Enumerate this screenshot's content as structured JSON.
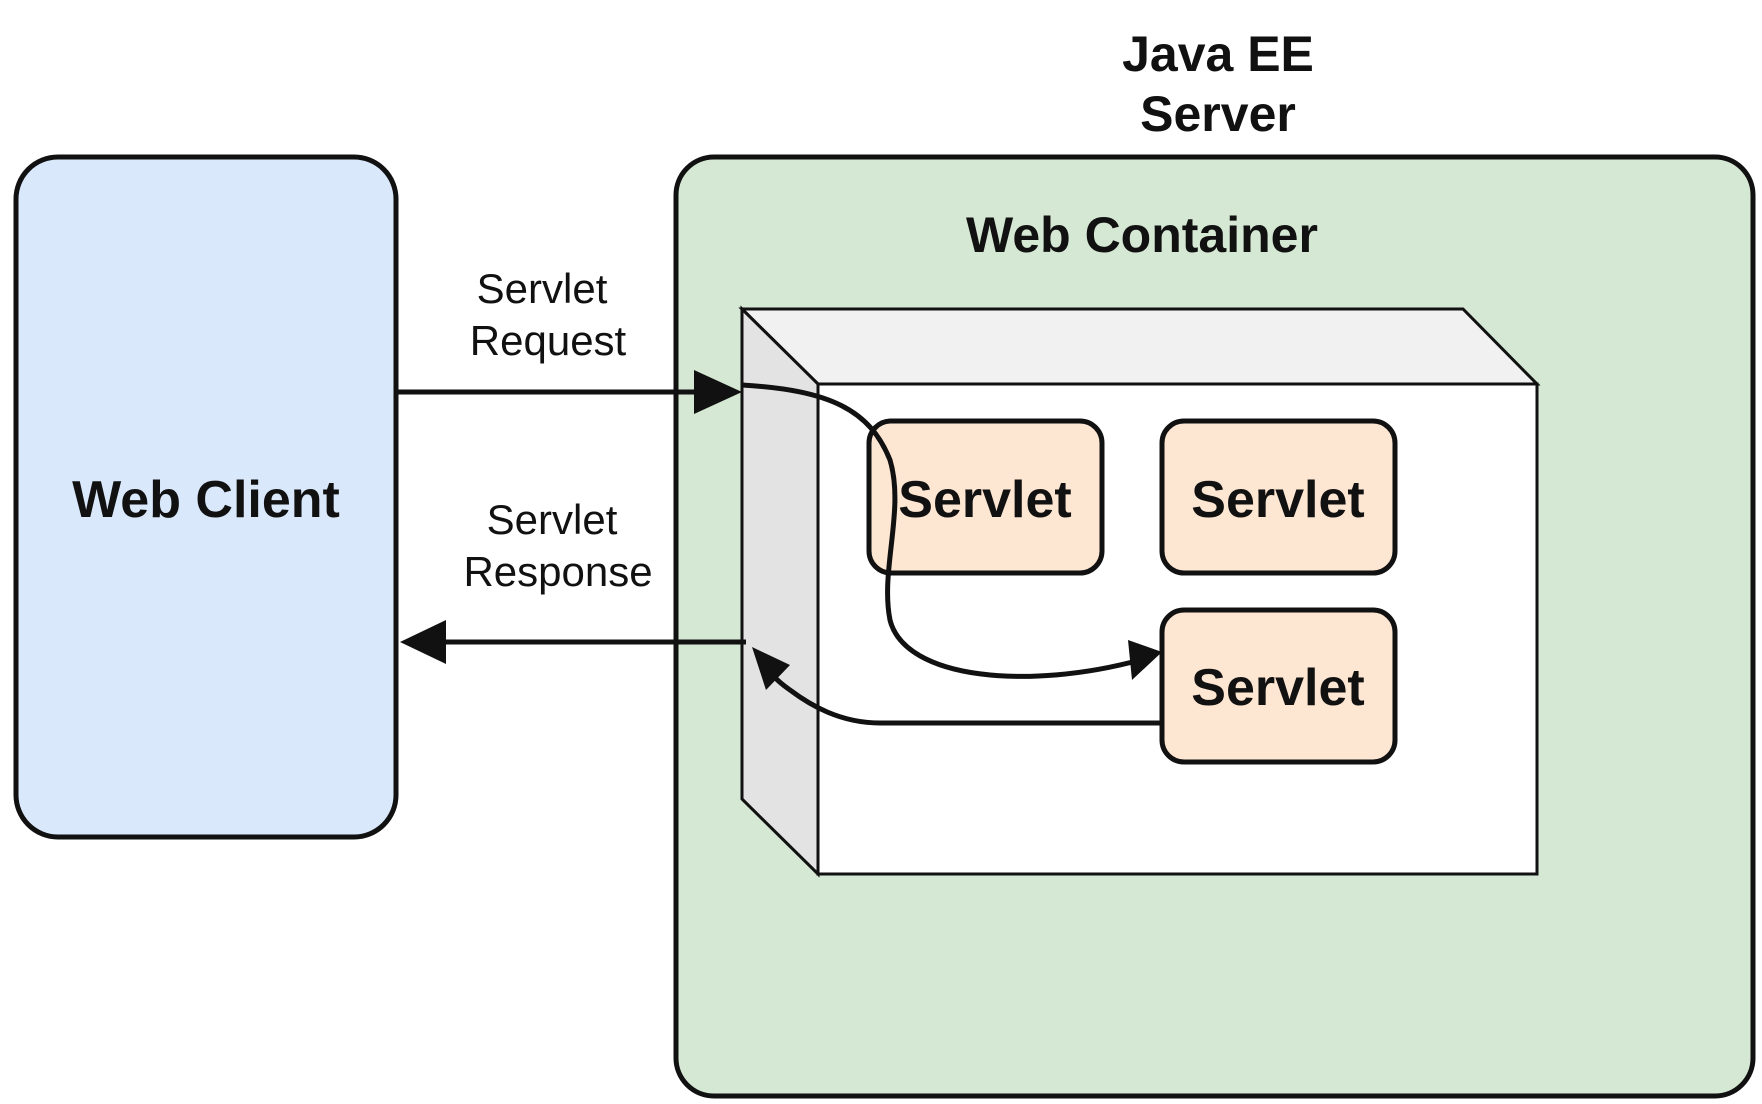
{
  "server": {
    "title_line1": "Java EE",
    "title_line2": "Server",
    "fill_color": "#d5e8d4"
  },
  "web_container": {
    "title": "Web Container"
  },
  "web_client": {
    "label": "Web Client",
    "fill_color": "#dae8fc"
  },
  "request": {
    "label_line1": "Servlet",
    "label_line2": "Request"
  },
  "response": {
    "label_line1": "Servlet",
    "label_line2": "Response"
  },
  "servlets": [
    {
      "label": "Servlet"
    },
    {
      "label": "Servlet"
    },
    {
      "label": "Servlet"
    }
  ],
  "colors": {
    "servlet_fill": "#fde6d2",
    "stroke": "#111111",
    "cube_top": "#f1f1f1",
    "cube_side": "#e3e3e3",
    "cube_front": "#ffffff"
  }
}
